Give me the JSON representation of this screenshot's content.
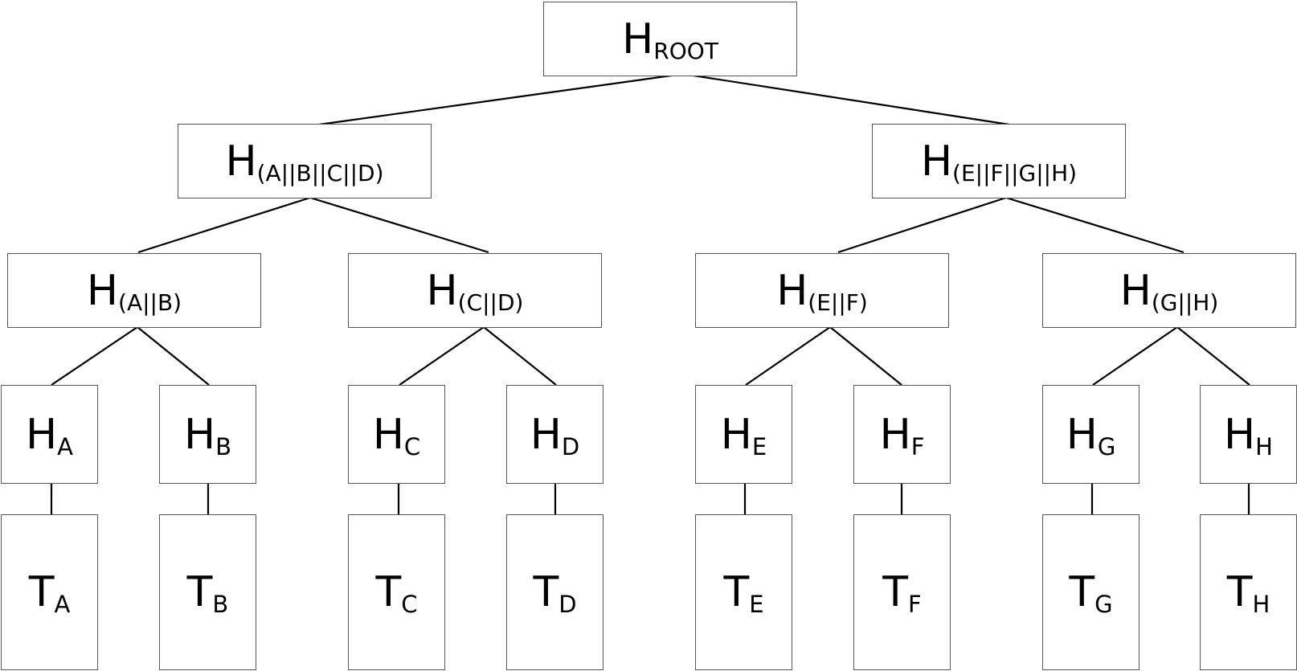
{
  "diagram": {
    "root": {
      "sym": "H",
      "sub": "ROOT"
    },
    "level1": [
      {
        "sym": "H",
        "sub": "(A||B||C||D)"
      },
      {
        "sym": "H",
        "sub": "(E||F||G||H)"
      }
    ],
    "level2": [
      {
        "sym": "H",
        "sub": "(A||B)"
      },
      {
        "sym": "H",
        "sub": "(C||D)"
      },
      {
        "sym": "H",
        "sub": "(E||F)"
      },
      {
        "sym": "H",
        "sub": "(G||H)"
      }
    ],
    "hashes": [
      {
        "sym": "H",
        "sub": "A"
      },
      {
        "sym": "H",
        "sub": "B"
      },
      {
        "sym": "H",
        "sub": "C"
      },
      {
        "sym": "H",
        "sub": "D"
      },
      {
        "sym": "H",
        "sub": "E"
      },
      {
        "sym": "H",
        "sub": "F"
      },
      {
        "sym": "H",
        "sub": "G"
      },
      {
        "sym": "H",
        "sub": "H"
      }
    ],
    "transactions": [
      {
        "sym": "T",
        "sub": "A"
      },
      {
        "sym": "T",
        "sub": "B"
      },
      {
        "sym": "T",
        "sub": "C"
      },
      {
        "sym": "T",
        "sub": "D"
      },
      {
        "sym": "T",
        "sub": "E"
      },
      {
        "sym": "T",
        "sub": "F"
      },
      {
        "sym": "T",
        "sub": "G"
      },
      {
        "sym": "T",
        "sub": "H"
      }
    ]
  }
}
